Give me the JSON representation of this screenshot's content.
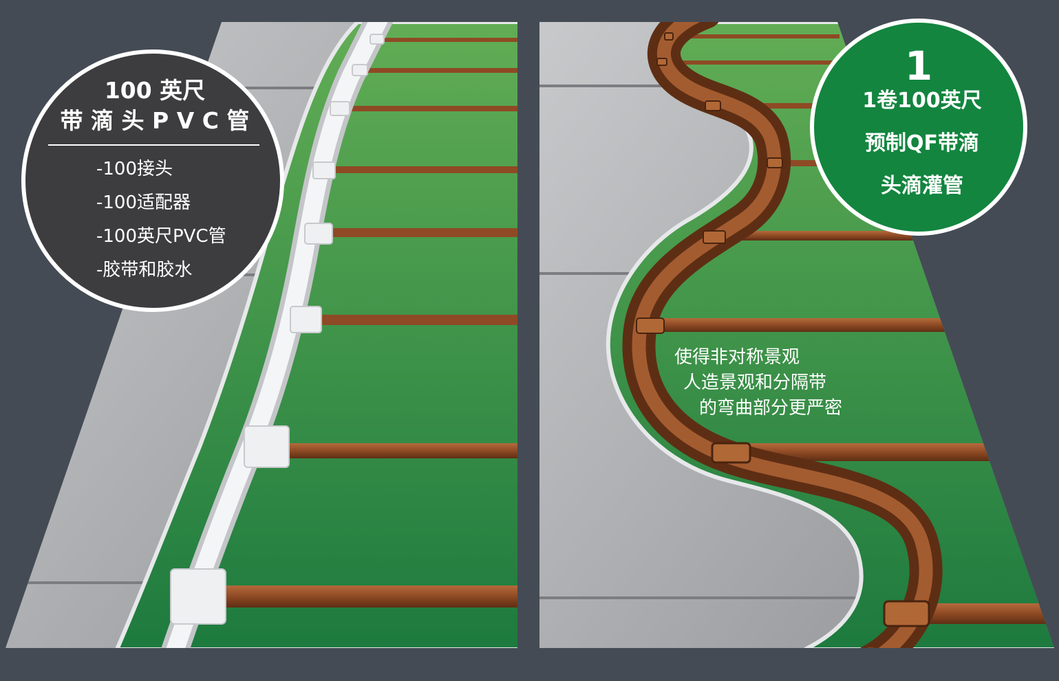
{
  "left_callout": {
    "title_line1": "100 英尺",
    "title_line2": "带 滴 头 P V C 管",
    "items": [
      "-100接头",
      "-100适配器",
      "-100英尺PVC管",
      "-胶带和胶水"
    ]
  },
  "right_callout": {
    "number": "1",
    "lines": [
      "1卷100英尺",
      "预制QF带滴",
      "头滴灌管"
    ]
  },
  "annotation_lines": [
    "使得非对称景观",
    "人造景观和分隔带",
    "的弯曲部分更严密"
  ],
  "colors": {
    "background": "#444b55",
    "turf": "#3f9a4f",
    "pavement": "#a9abae",
    "pvc": "#f2f3f5",
    "drip_tube": "#8e4a24",
    "right_badge": "#13853f",
    "left_badge": "#3d3d3f"
  }
}
